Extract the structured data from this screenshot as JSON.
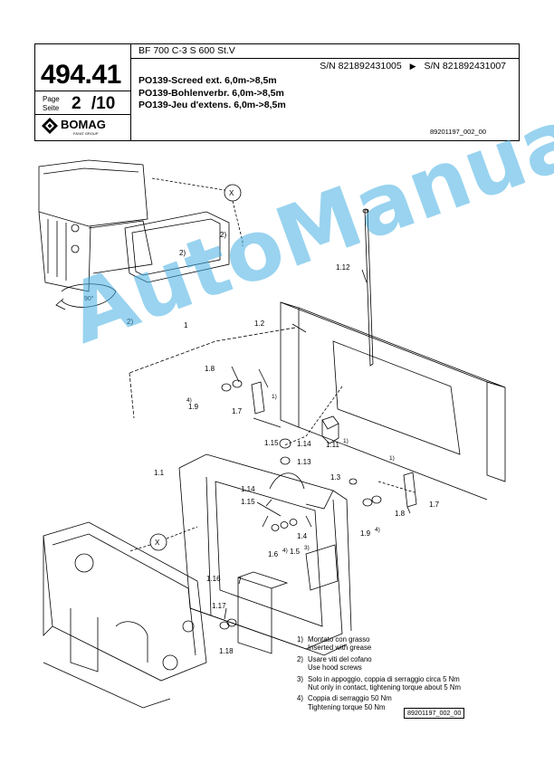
{
  "header": {
    "doc_number": "494.41",
    "page_label_1": "Page",
    "page_label_2": "Seite",
    "page": "2",
    "page_total": "/10",
    "brand": "BOMAG",
    "brand_sub": "FAYAT GROUP",
    "model": "BF 700 C-3 S 600 St.V",
    "sn_from": "S/N 821892431005",
    "sn_arrow": "▶",
    "sn_to": "S/N 821892431007",
    "title_1": "PO139-Screed ext. 6,0m->8,5m",
    "title_2": "PO139-Bohlenverbr. 6,0m->8,5m",
    "title_3": "PO139-Jeu d'extens. 6,0m->8,5m",
    "doc_ref": "89201197_002_00"
  },
  "diagram": {
    "labels": {
      "x_top": "X",
      "x_mid": "X",
      "note2_a": "2)",
      "note2_b": "2)",
      "note2_c": "2)",
      "rot": "90°",
      "p1": "1",
      "p1_1": "1.1",
      "p1_2": "1.2",
      "p1_3": "1.3",
      "p1_4": "1.4",
      "p1_5": "1.5",
      "p1_5s": "3)",
      "p1_6": "1.6",
      "p1_6s": "4)",
      "p1_7a": "1.7",
      "p1_7b": "1.7",
      "p1_8a": "1.8",
      "p1_8b": "1.8",
      "p1_9a": "1.9",
      "p1_9as": "4)",
      "p1_9b": "1.9",
      "p1_9bs": "4)",
      "p1_11": "1.11",
      "p1_11s": "1)",
      "p1_12": "1.12",
      "p1_13": "1.13",
      "p1_14a": "1.14",
      "p1_14b": "1.14",
      "p1_15a": "1.15",
      "p1_15b": "1.15",
      "p1_16": "1.16",
      "p1_17": "1.17",
      "p1_18": "1.18",
      "s1a": "1)",
      "s1b": "1)"
    }
  },
  "notes": [
    {
      "num": "1)",
      "line1": "Montato con grasso",
      "line2": "Inserted with grease"
    },
    {
      "num": "2)",
      "line1": "Usare viti del cofano",
      "line2": "Use hood screws"
    },
    {
      "num": "3)",
      "line1": "Solo in appoggio, coppia di serraggio circa 5 Nm",
      "line2": "Nut only in contact, tightening torque about 5 Nm"
    },
    {
      "num": "4)",
      "line1": "Coppia di serraggio 50 Nm",
      "line2": "Tightening torque 50 Nm"
    }
  ],
  "figure_ref": "89201197_002_00",
  "watermark": "AutoManual"
}
